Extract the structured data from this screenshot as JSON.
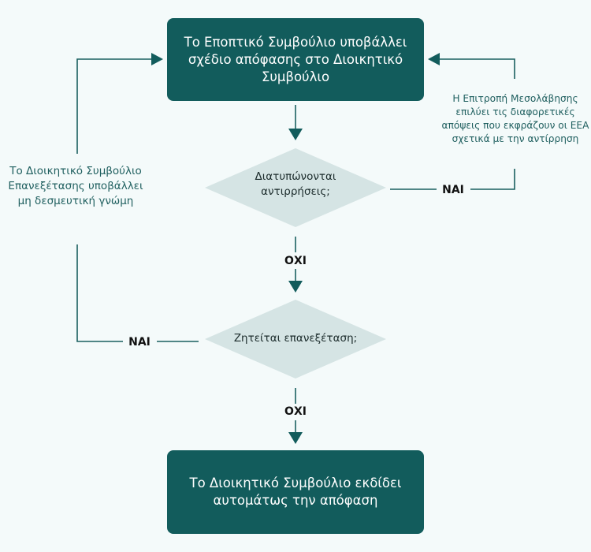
{
  "colors": {
    "box_fill": "#125c5c",
    "diamond_fill": "#d5e4e4",
    "connector": "#1a6060",
    "note_text": "#1f5f5f",
    "background": "#f4fafa"
  },
  "nodes": {
    "start": {
      "label": "Το Εποπτικό Συμβούλιο υποβάλλει σχέδιο απόφασης στο Διοικητικό Συμβούλιο"
    },
    "decision_objections": {
      "label": "Διατυπώνονται αντιρρήσεις;"
    },
    "decision_review": {
      "label": "Ζητείται επανεξέταση;"
    },
    "end": {
      "label": "Το Διοικητικό Συμβούλιο εκδίδει αυτομάτως την απόφαση"
    }
  },
  "notes": {
    "mediation": "Η Επιτροπή Μεσολάβησης επιλύει τις διαφορετικές απόψεις που εκφράζουν οι ΕΕΑ σχετικά με την αντίρρηση",
    "review_board": "Το Διοικητικό Συμβούλιο Επανεξέτασης υποβάλλει μη δεσμευτική γνώμη"
  },
  "branch_labels": {
    "objections_yes": "ΝΑΙ",
    "objections_no": "ΟΧΙ",
    "review_yes": "ΝΑΙ",
    "review_no": "ΟΧΙ"
  }
}
